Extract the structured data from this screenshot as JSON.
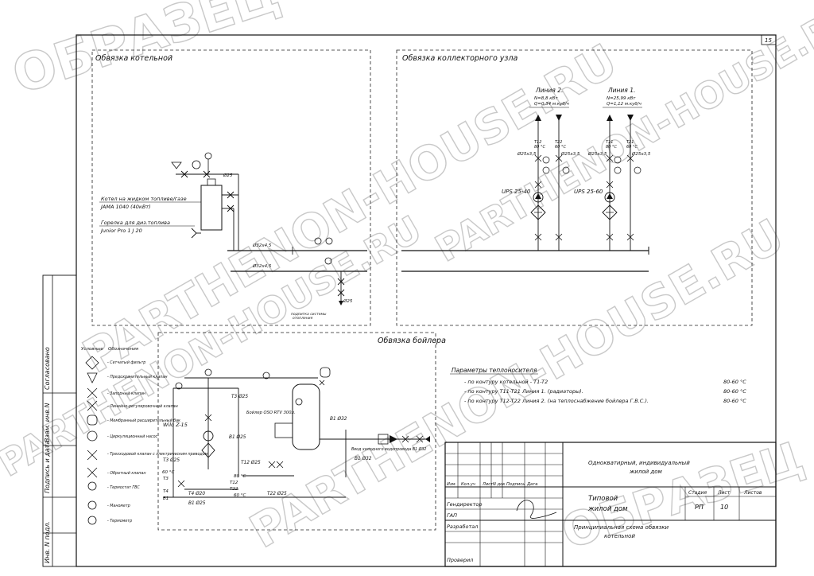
{
  "sheet": {
    "number": "15"
  },
  "watermarks": {
    "sample_text": "ОБРАЗЕЦ",
    "site_text": "PARTHENON-HOUSE.RU"
  },
  "sections": {
    "boiler_room": "Обвязка котельной",
    "collector": "Обвязка коллекторного узла",
    "boiler": "Обвязка бойлера"
  },
  "boiler_room": {
    "boiler_label_1": "Котел на жидком топливе/газе",
    "boiler_label_2": "JAMA 1040 (40кВт)",
    "burner_label_1": "Горелка для диз.топлива",
    "burner_label_2": "Junior Pro 1 J 20",
    "pipe_1": "Ø25",
    "pipe_2": "Ø32х4,5",
    "pipe_3": "Ø32х4,5",
    "pipe_4": "Ø25",
    "fill_note_1": "подпитка системы",
    "fill_note_2": "отопления"
  },
  "collector": {
    "line2_title": "Линия 2.",
    "line2_n": "N=8,8 кВт",
    "line2_q": "Q=0,34 м.куб/ч",
    "line1_title": "Линия 1.",
    "line1_n": "N=25,99 кВт",
    "line1_q": "Q=1,12 м.куб/ч",
    "t12": "T12",
    "t12_temp": "80 °C",
    "t22": "T22",
    "t22_temp": "60 °C",
    "t11": "T11",
    "t11_temp": "80 °C",
    "t21": "T21",
    "t21_temp": "60 °C",
    "pipe_a": "Ø25х3,5",
    "pipe_b": "Ø25х3,5",
    "pipe_c": "Ø25х3,5",
    "pipe_d": "Ø25х3,5",
    "pump_2": "UPS 25-40",
    "pump_1": "UPS 25-60"
  },
  "legend": {
    "col_symbols": "Условные",
    "col_designations": "Обозначения",
    "items": [
      "- Сетчатый фильтр",
      "- Предохранительный клапан",
      "- Запорный клапан",
      "- Линейно-регулировочный клапан",
      "- Мембранный расширительный бак",
      "- Циркуляционный насос",
      "- Трехходовой клапан с электрическим приводом",
      "- Обратный клапан",
      "- Термостат ГВС",
      "- Манометр",
      "- Термометр"
    ]
  },
  "boiler": {
    "pump": "Wilo Z-15",
    "tank": "Бойлер OSO RTV 300л.",
    "t3_pipe": "T3 Ø25",
    "t3_pipe_2": "T3 Ø25",
    "b1_pipe": "B1 Ø25",
    "b1_32": "B1 Ø32",
    "b1_32_2": "B1 Ø32",
    "t12_pipe": "T12 Ø25",
    "t22_pipe": "T22 Ø25",
    "t4_pipe": "T4 Ø20",
    "b1_pipe_2": "B1 Ø25",
    "cold_water": "Ввод холодного водопровода В1 Ø32",
    "temp_60a": "60 °C",
    "t3": "T3",
    "t4": "T4",
    "b1": "B1",
    "temp_80": "80 °C",
    "t12": "T12",
    "t22": "T22",
    "temp_60b": "60 °C"
  },
  "parameters": {
    "title": "Параметры теплоносителя",
    "rows": [
      {
        "text": "- по контуру котельной - T1-T2",
        "value": "80-60 °C"
      },
      {
        "text": "- по контуру T11-T21  Линия 1. (радиаторы).",
        "value": "80-60 °C"
      },
      {
        "text": "- по контуру T12-T22  Линия 2. (на теплоснабжение бойлера Г.В.С.).",
        "value": "80-60 °C"
      }
    ]
  },
  "side_stamp": {
    "agreed": "Согласовано",
    "replaced": "Взам. инв.N",
    "sign_date": "Подпись и дата",
    "inv_orig": "Инв. N подл."
  },
  "title_block": {
    "headers": [
      "Изм.",
      "Кол.уч",
      "Лист",
      "N док",
      "Подпись",
      "Дата"
    ],
    "roles": [
      "Гендиректор",
      "ГАП",
      "Разработал",
      "Проверил"
    ],
    "project_1": "Однокватирный, индивидуальный",
    "project_2": "жилой дом",
    "object_1": "Типовой",
    "object_2": "жилой дом",
    "stage_label": "Стадия",
    "sheet_label": "Лист",
    "sheets_label": "Листов",
    "stage_value": "РП",
    "sheet_value": "10",
    "sheets_value": "",
    "drawing_1": "Принципиальная схема обвязки",
    "drawing_2": "котельной"
  }
}
